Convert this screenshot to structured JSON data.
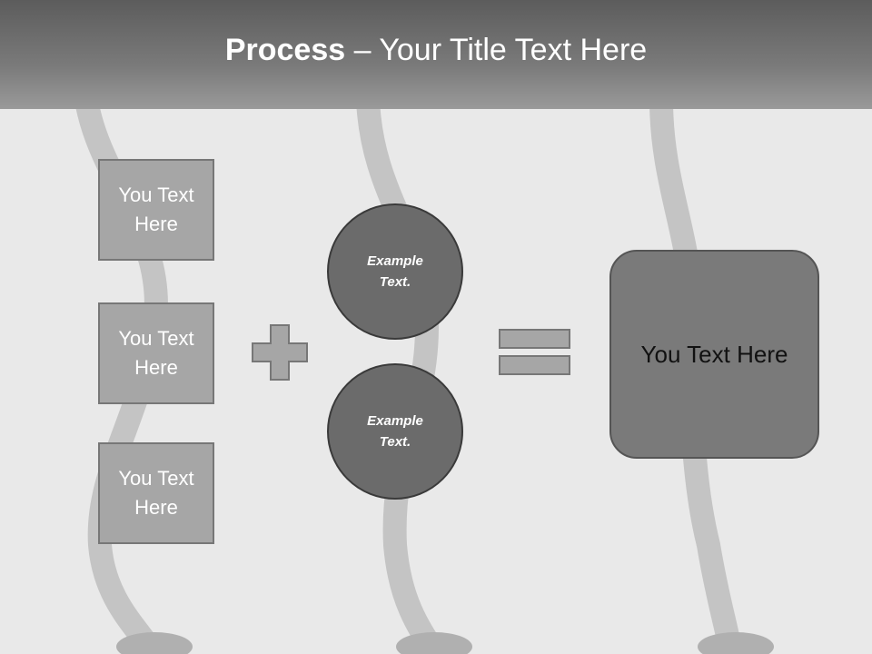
{
  "title": {
    "bold": "Process",
    "rest": " – Your Title Text Here"
  },
  "boxes": [
    "You Text Here",
    "You Text Here",
    "You Text Here"
  ],
  "circles": [
    "Example Text.",
    "Example Text."
  ],
  "result": "You Text Here",
  "colors": {
    "box_fill": "#a6a6a6",
    "circle_fill": "#6b6b6b",
    "result_fill": "#7a7a7a",
    "operator_fill": "#a6a6a6"
  }
}
